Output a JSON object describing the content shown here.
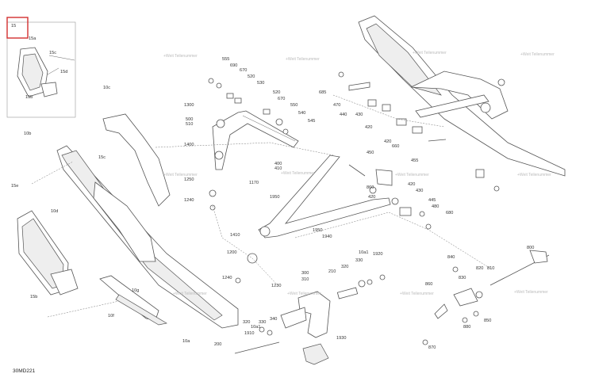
{
  "diagram": {
    "code": "30MD221",
    "inset_label": "15",
    "callouts": [
      {
        "id": "c15a",
        "text": "15a"
      },
      {
        "id": "c15c",
        "text": "15c"
      },
      {
        "id": "c15d",
        "text": "15d"
      },
      {
        "id": "c15b_i",
        "text": "15b"
      },
      {
        "id": "c10c",
        "text": "10c"
      },
      {
        "id": "c10b",
        "text": "10b"
      },
      {
        "id": "c15c2",
        "text": "15c"
      },
      {
        "id": "c15e",
        "text": "15e"
      },
      {
        "id": "c10d",
        "text": "10d"
      },
      {
        "id": "c15b",
        "text": "15b"
      },
      {
        "id": "c10g",
        "text": "10g"
      },
      {
        "id": "c10f",
        "text": "10f"
      },
      {
        "id": "c10a",
        "text": "10a"
      },
      {
        "id": "c200",
        "text": "200"
      },
      {
        "id": "c555",
        "text": "555"
      },
      {
        "id": "c690",
        "text": "690"
      },
      {
        "id": "c670",
        "text": "670"
      },
      {
        "id": "c520",
        "text": "520"
      },
      {
        "id": "c530",
        "text": "530"
      },
      {
        "id": "c520b",
        "text": "520"
      },
      {
        "id": "c670b",
        "text": "670"
      },
      {
        "id": "c550",
        "text": "550"
      },
      {
        "id": "c540",
        "text": "540"
      },
      {
        "id": "c545",
        "text": "545"
      },
      {
        "id": "c1300",
        "text": "1300"
      },
      {
        "id": "c500",
        "text": "500"
      },
      {
        "id": "c510",
        "text": "510"
      },
      {
        "id": "c1400",
        "text": "1400"
      },
      {
        "id": "c1250",
        "text": "1250"
      },
      {
        "id": "c1240",
        "text": "1240"
      },
      {
        "id": "c1170",
        "text": "1170"
      },
      {
        "id": "c1950",
        "text": "1950"
      },
      {
        "id": "c400",
        "text": "400"
      },
      {
        "id": "c410",
        "text": "410"
      },
      {
        "id": "c1410",
        "text": "1410"
      },
      {
        "id": "c1950b",
        "text": "1950"
      },
      {
        "id": "c1940",
        "text": "1940"
      },
      {
        "id": "c1200",
        "text": "1200"
      },
      {
        "id": "c1240b",
        "text": "1240"
      },
      {
        "id": "c1230",
        "text": "1230"
      },
      {
        "id": "c300",
        "text": "300"
      },
      {
        "id": "c310",
        "text": "310"
      },
      {
        "id": "c210",
        "text": "210"
      },
      {
        "id": "c320",
        "text": "320"
      },
      {
        "id": "c330",
        "text": "330"
      },
      {
        "id": "c10a1",
        "text": "10a1"
      },
      {
        "id": "c1920",
        "text": "1920"
      },
      {
        "id": "c340",
        "text": "340"
      },
      {
        "id": "c330b",
        "text": "330"
      },
      {
        "id": "c320b",
        "text": "320"
      },
      {
        "id": "c10a1b",
        "text": "10a1"
      },
      {
        "id": "c1910",
        "text": "1910"
      },
      {
        "id": "c1930",
        "text": "1930"
      },
      {
        "id": "c685",
        "text": "685"
      },
      {
        "id": "c470",
        "text": "470"
      },
      {
        "id": "c440",
        "text": "440"
      },
      {
        "id": "c430",
        "text": "430"
      },
      {
        "id": "c420",
        "text": "420"
      },
      {
        "id": "c420b",
        "text": "420"
      },
      {
        "id": "c660",
        "text": "660"
      },
      {
        "id": "c455",
        "text": "455"
      },
      {
        "id": "c450",
        "text": "450"
      },
      {
        "id": "c860",
        "text": "860"
      },
      {
        "id": "c420c",
        "text": "420"
      },
      {
        "id": "c420d",
        "text": "420"
      },
      {
        "id": "c430b",
        "text": "430"
      },
      {
        "id": "c445",
        "text": "445"
      },
      {
        "id": "c480",
        "text": "480"
      },
      {
        "id": "c680",
        "text": "680"
      },
      {
        "id": "c800",
        "text": "800"
      },
      {
        "id": "c840",
        "text": "840"
      },
      {
        "id": "c820",
        "text": "820"
      },
      {
        "id": "c810",
        "text": "810"
      },
      {
        "id": "c830",
        "text": "830"
      },
      {
        "id": "c860b",
        "text": "860"
      },
      {
        "id": "c850",
        "text": "850"
      },
      {
        "id": "c880",
        "text": "880"
      },
      {
        "id": "c870",
        "text": "870"
      }
    ],
    "watermark": "+Weit Teilenummer"
  }
}
